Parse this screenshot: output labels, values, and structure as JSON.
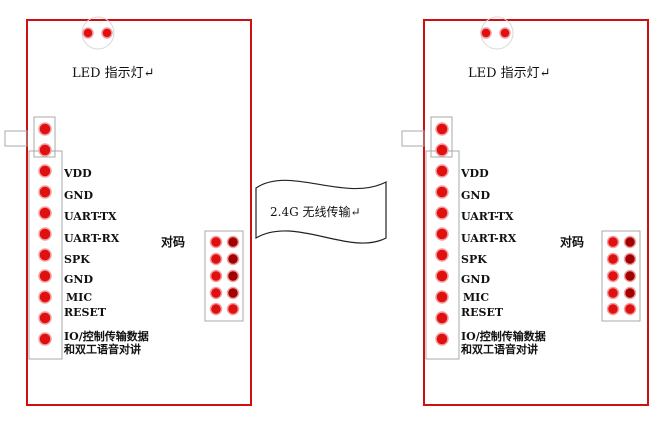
{
  "colors": {
    "board_border": "#d01010",
    "pad_fill": "#e01010",
    "pad_dark": "#a00000",
    "pad_ring": "#f2a0a0",
    "connector_outline": "#a8a8a8",
    "text": "#111111"
  },
  "icons": {
    "led": "red-pad-dot",
    "pin": "red-pad-dot",
    "connector": "gray-rectangle-outline",
    "wireless_link": "wavy-banner"
  },
  "modules": [
    {
      "led_label": "LED 指示灯↵",
      "pins": [
        "VDD",
        "GND",
        "UART-TX",
        "UART-RX",
        "SPK",
        "GND",
        "MIC",
        "RESET",
        "IO/控制传输数据",
        "和双工语音对讲"
      ],
      "pair_label": "对码"
    },
    {
      "led_label": "LED 指示灯↵",
      "pins": [
        "VDD",
        "GND",
        "UART-TX",
        "UART-RX",
        "SPK",
        "GND",
        "MIC",
        "RESET",
        "IO/控制传输数据",
        "和双工语音对讲"
      ],
      "pair_label": "对码"
    }
  ],
  "wireless": {
    "label": "2.4G 无线传输↵"
  }
}
